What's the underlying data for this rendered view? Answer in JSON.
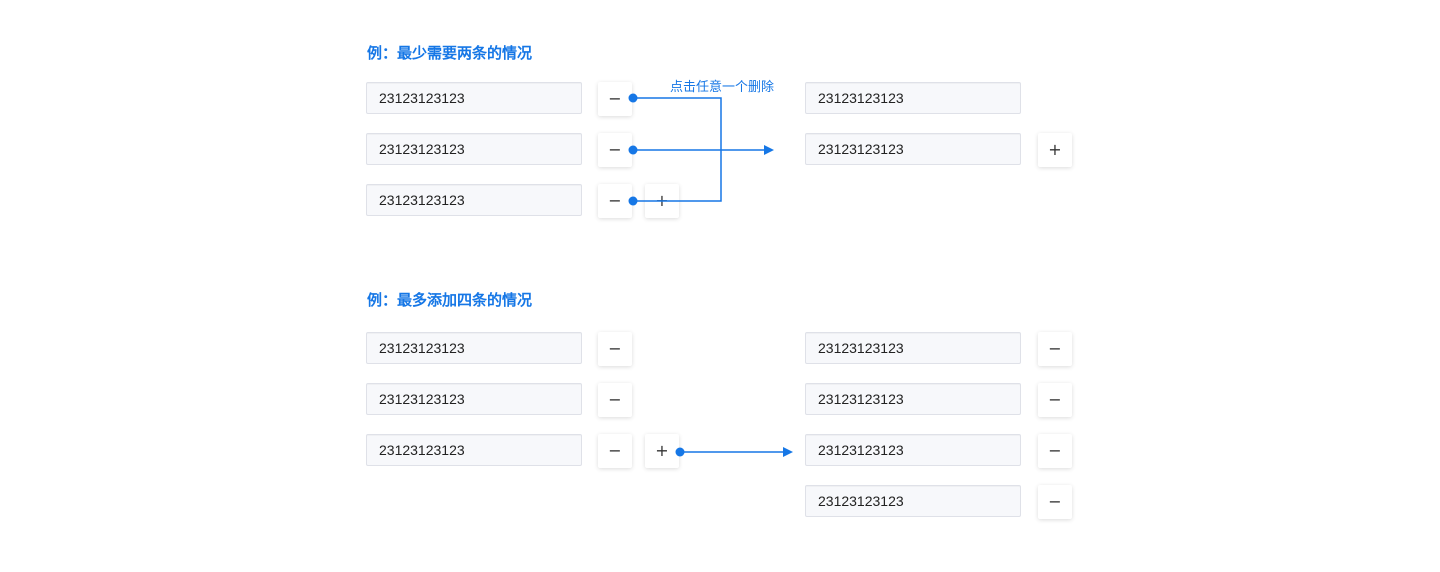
{
  "example1": {
    "title": "例：最少需要两条的情况",
    "left_values": [
      "23123123123",
      "23123123123",
      "23123123123"
    ],
    "right_values": [
      "23123123123",
      "23123123123"
    ],
    "annotation": "点击任意一个删除"
  },
  "example2": {
    "title": "例：最多添加四条的情况",
    "left_values": [
      "23123123123",
      "23123123123",
      "23123123123"
    ],
    "right_values": [
      "23123123123",
      "23123123123",
      "23123123123",
      "23123123123"
    ]
  },
  "buttons": {
    "remove_label": "−",
    "add_label": "+"
  },
  "colors": {
    "accent": "#1677e6",
    "field_bg": "#f7f8fb",
    "field_border": "#dfe1e8"
  }
}
